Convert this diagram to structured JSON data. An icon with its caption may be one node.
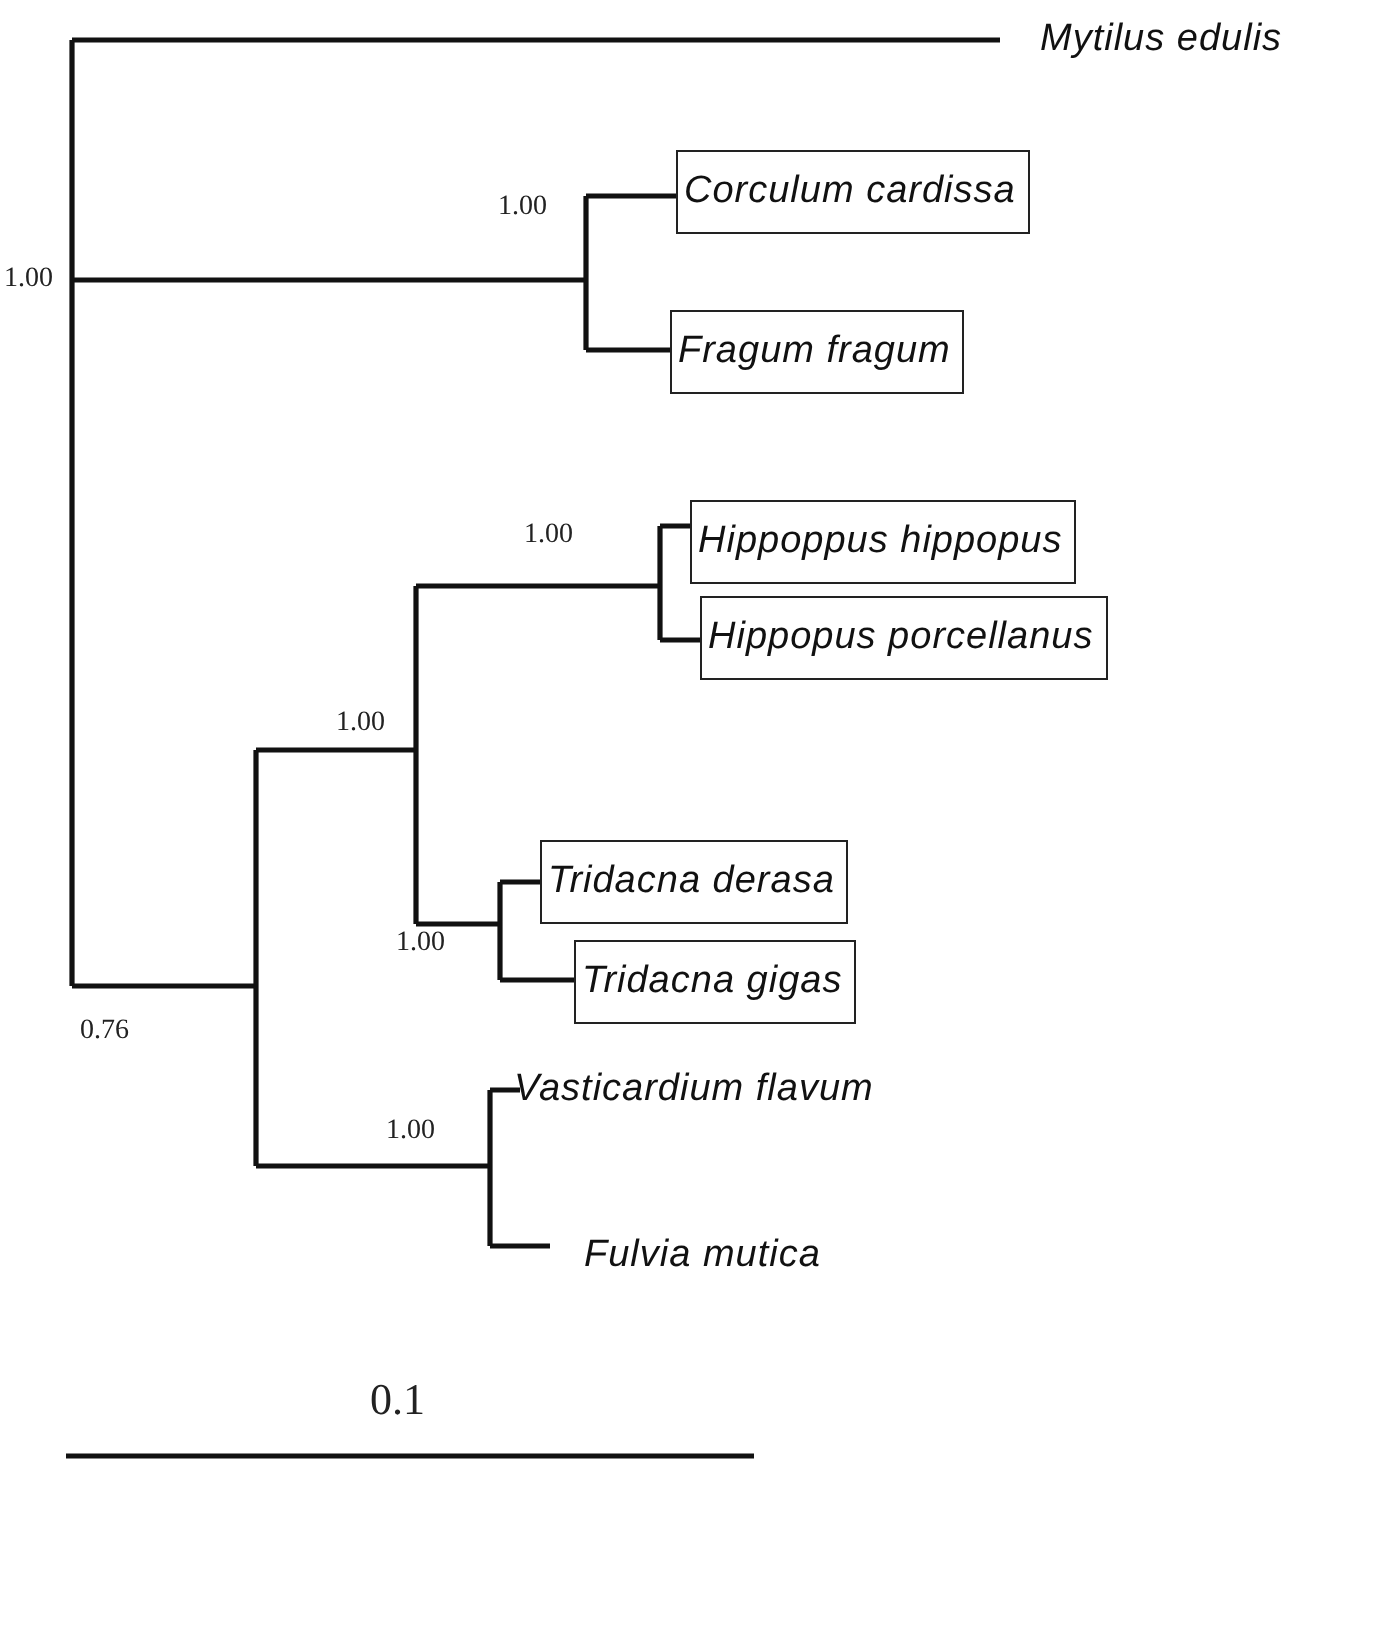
{
  "diagram": {
    "nodes": [
      {
        "text": [
          "Mytilus edulis"
        ]
      },
      {
        "text": [
          "Corculum cardissa"
        ]
      },
      {
        "text": [
          "Fragum fragum"
        ]
      },
      {
        "text": [
          "Hippoppus hippopus"
        ]
      },
      {
        "text": [
          "Hippopus porcellanus"
        ]
      },
      {
        "text": [
          "Tridacna derasa"
        ]
      },
      {
        "text": [
          "Tridacna gigas"
        ]
      },
      {
        "text": [
          "Vasticardium flavum"
        ]
      },
      {
        "text": [
          "Fulvia mutica"
        ]
      }
    ],
    "labels": [
      "1.00",
      "1.00",
      "1.00",
      "1.00",
      "1.00",
      "0.76",
      "1.00",
      "0.1"
    ]
  }
}
